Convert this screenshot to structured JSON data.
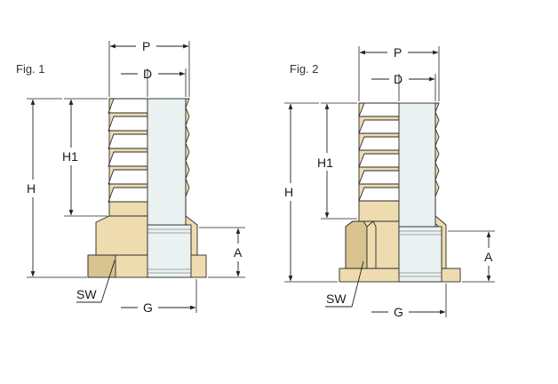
{
  "figures": [
    {
      "title": "Fig. 1",
      "labels": {
        "P": "P",
        "D": "D",
        "H1": "H1",
        "H": "H",
        "A": "A",
        "SW": "SW",
        "G": "G"
      }
    },
    {
      "title": "Fig. 2",
      "labels": {
        "P": "P",
        "D": "D",
        "H1": "H1",
        "H": "H",
        "A": "A",
        "SW": "SW",
        "G": "G"
      }
    }
  ],
  "colors": {
    "brass": "#eedcb0",
    "brass_shadow": "#d9c38f",
    "bore": "#eaf1f1",
    "line": "#222222"
  }
}
